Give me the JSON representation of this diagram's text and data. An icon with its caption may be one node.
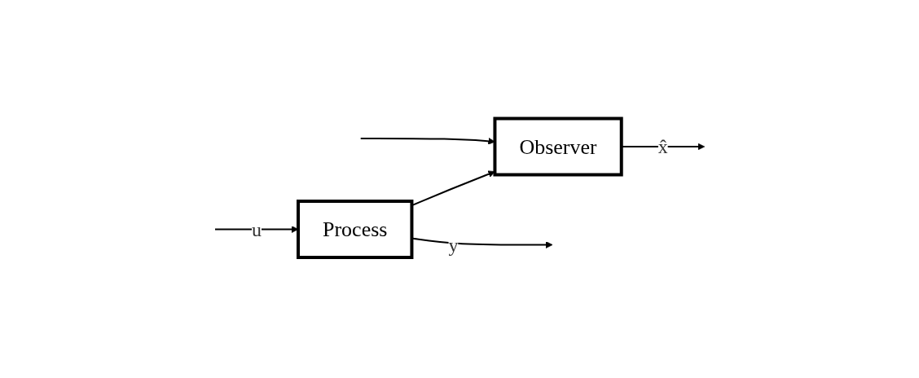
{
  "diagram": {
    "nodes": [
      {
        "text": [
          "Process"
        ]
      },
      {
        "text": [
          "Observer"
        ]
      }
    ],
    "edges": [
      {
        "from": null,
        "to": 0,
        "arrow": "to",
        "label": "u"
      },
      {
        "from": 0,
        "to": null,
        "arrow": "to",
        "label": "y"
      },
      {
        "from": null,
        "to": 1,
        "arrow": "to"
      },
      {
        "from": 0,
        "to": 1,
        "arrow": "to"
      },
      {
        "from": 1,
        "to": null,
        "arrow": "to",
        "label": "x̂"
      }
    ]
  }
}
